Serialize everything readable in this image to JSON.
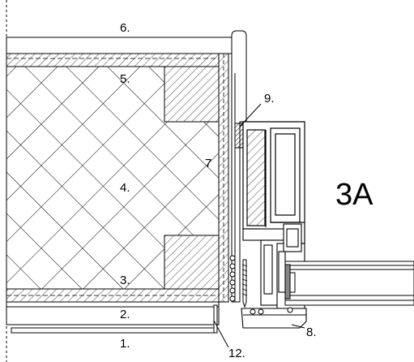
{
  "title": "3A",
  "callouts": {
    "c1": "1.",
    "c2": "2.",
    "c3": "3.",
    "c4": "4.",
    "c5": "5.",
    "c6": "6.",
    "c7": "7",
    "c8": "8.",
    "c9": "9.",
    "c12": "12."
  },
  "colors": {
    "line": "#000000",
    "hatch": "#444444",
    "background": "#ffffff"
  }
}
